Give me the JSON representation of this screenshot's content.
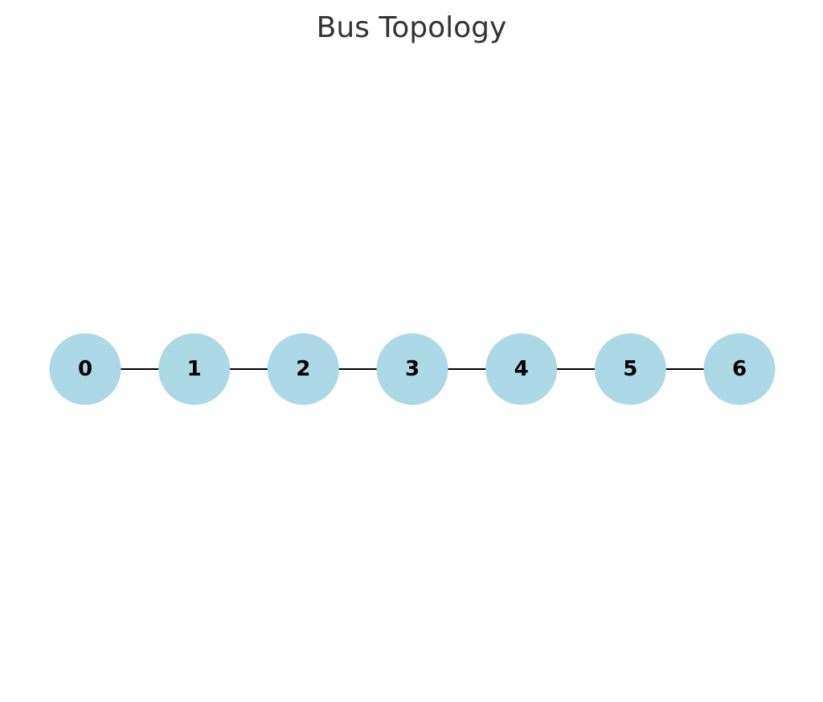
{
  "title": "Bus Topology",
  "colors": {
    "node_fill": "#add8e6",
    "edge_stroke": "#000000",
    "label": "#000000",
    "title": "#333333"
  },
  "nodes": [
    {
      "id": 0,
      "label": "0"
    },
    {
      "id": 1,
      "label": "1"
    },
    {
      "id": 2,
      "label": "2"
    },
    {
      "id": 3,
      "label": "3"
    },
    {
      "id": 4,
      "label": "4"
    },
    {
      "id": 5,
      "label": "5"
    },
    {
      "id": 6,
      "label": "6"
    }
  ],
  "edges": [
    {
      "from": 0,
      "to": 1
    },
    {
      "from": 1,
      "to": 2
    },
    {
      "from": 2,
      "to": 3
    },
    {
      "from": 3,
      "to": 4
    },
    {
      "from": 4,
      "to": 5
    },
    {
      "from": 5,
      "to": 6
    }
  ]
}
